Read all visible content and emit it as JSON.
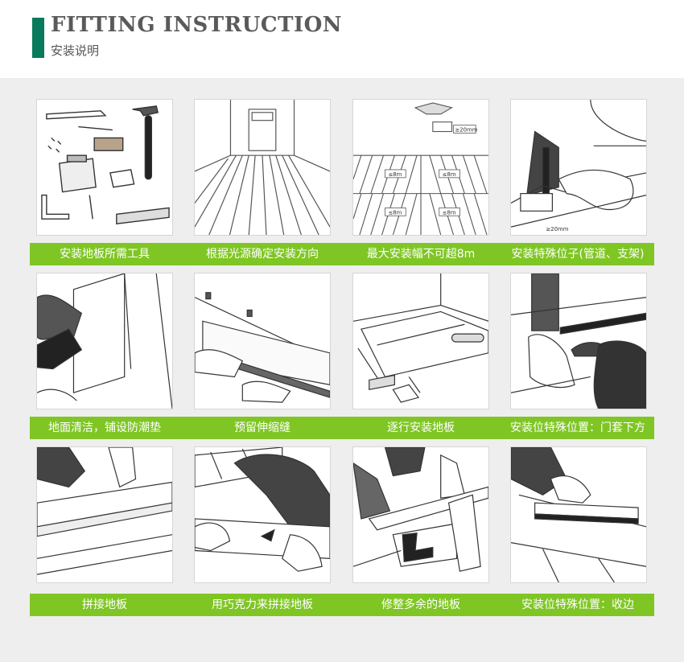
{
  "header": {
    "title": "FITTING INSTRUCTION",
    "subtitle": "安装说明",
    "accent_color": "#0a7a5d"
  },
  "caption_color": "#7fc624",
  "steps": [
    {
      "caption": "安装地板所需工具",
      "illustration": "tools-illustration"
    },
    {
      "caption": "根据光源确定安装方向",
      "illustration": "light-direction-illustration"
    },
    {
      "caption": "最大安装幅不可超8m",
      "illustration": "max-width-illustration",
      "labels": [
        "≤8m",
        "≤8m",
        "≤8m",
        "≤8m",
        "≥20mm"
      ]
    },
    {
      "caption": "安装特殊位子(管道、支架)",
      "illustration": "cut-pipe-illustration",
      "labels": [
        "≥20mm"
      ]
    },
    {
      "caption": "地面清洁，铺设防潮垫",
      "illustration": "clean-floor-illustration"
    },
    {
      "caption": "预留伸缩缝",
      "illustration": "expansion-gap-illustration"
    },
    {
      "caption": "逐行安装地板",
      "illustration": "row-install-illustration"
    },
    {
      "caption": "安装位特殊位置：门套下方",
      "illustration": "door-frame-illustration"
    },
    {
      "caption": "拼接地板",
      "illustration": "join-boards-illustration"
    },
    {
      "caption": "用巧克力来拼接地板",
      "illustration": "tap-join-illustration"
    },
    {
      "caption": "修整多余的地板",
      "illustration": "trim-boards-illustration"
    },
    {
      "caption": "安装位特殊位置：收边",
      "illustration": "edge-finish-illustration"
    }
  ]
}
